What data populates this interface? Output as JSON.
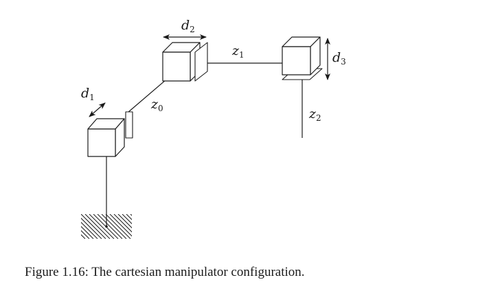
{
  "figure": {
    "caption": "Figure 1.16: The cartesian manipulator configuration.",
    "labels": {
      "d1": {
        "var": "d",
        "sub": "1"
      },
      "d2": {
        "var": "d",
        "sub": "2"
      },
      "d3": {
        "var": "d",
        "sub": "3"
      },
      "z0": {
        "var": "z",
        "sub": "0"
      },
      "z1": {
        "var": "z",
        "sub": "1"
      },
      "z2": {
        "var": "z",
        "sub": "2"
      }
    }
  }
}
